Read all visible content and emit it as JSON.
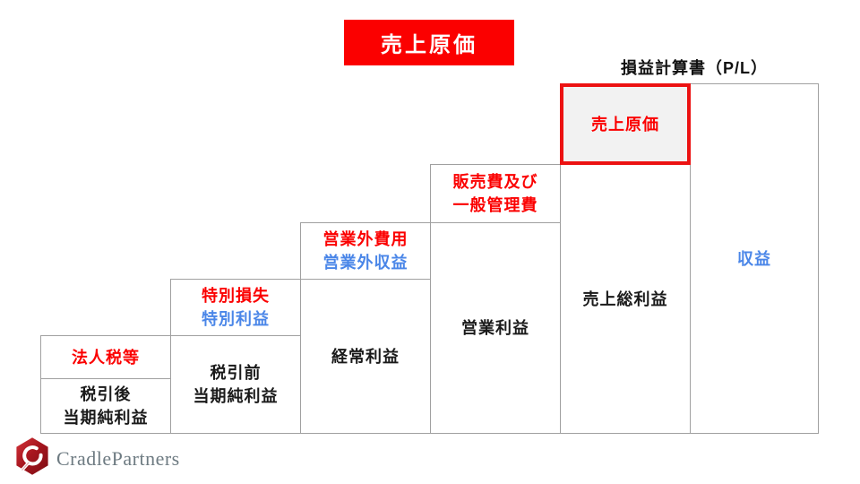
{
  "banner": {
    "label": "売上原価"
  },
  "pl_header": {
    "label": "損益計算書（P/L）"
  },
  "colors": {
    "accent_red": "#fb0000",
    "accent_blue": "#4a86e8",
    "grid_gray": "#a0a0a0",
    "highlight_fill": "#f2f2f2",
    "banner_bg": "#fb0000",
    "banner_text": "#ffffff"
  },
  "cells": {
    "corporate_tax": {
      "label": "法人税等"
    },
    "net_income_after_tax": {
      "line1": "税引後",
      "line2": "当期純利益"
    },
    "extraordinary_loss": {
      "label": "特別損失"
    },
    "extraordinary_gain": {
      "label": "特別利益"
    },
    "pretax_net_income": {
      "line1": "税引前",
      "line2": "当期純利益"
    },
    "non_operating_expenses": {
      "label": "営業外費用"
    },
    "non_operating_income": {
      "label": "営業外収益"
    },
    "ordinary_profit": {
      "label": "経常利益"
    },
    "sga": {
      "line1": "販売費及び",
      "line2": "一般管理費"
    },
    "operating_profit": {
      "label": "営業利益"
    },
    "cost_of_sales": {
      "label": "売上原価"
    },
    "gross_profit": {
      "label": "売上総利益"
    },
    "revenue": {
      "label": "収益"
    }
  },
  "logo": {
    "name": "CradlePartners"
  }
}
